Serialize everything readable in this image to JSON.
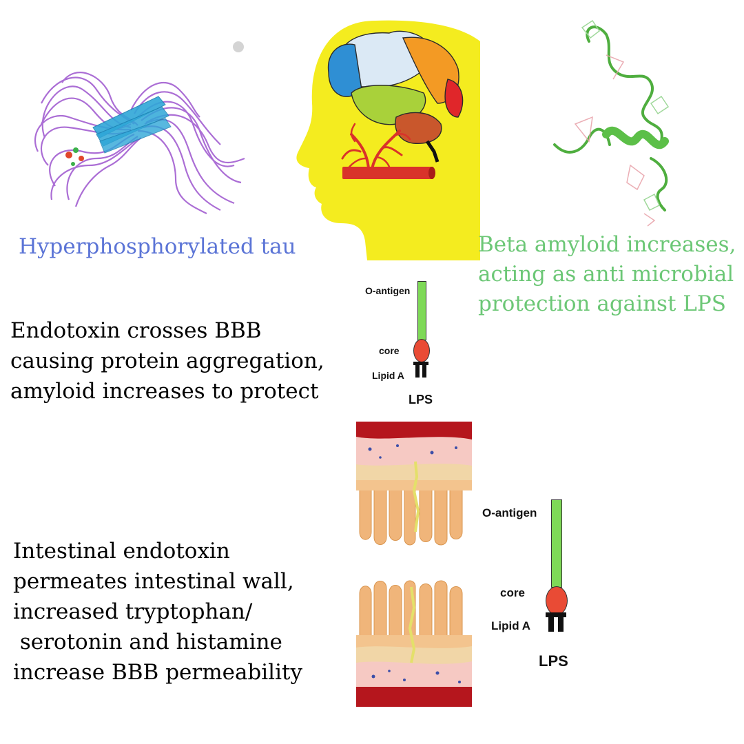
{
  "captions": {
    "tau": "Hyperphosphorylated tau",
    "beta_lines": [
      "Beta amyloid increases,",
      "acting as anti microbial",
      "protection against LPS"
    ],
    "endotoxin_lines": [
      "Endotoxin crosses BBB",
      "causing protein aggregation,",
      "amyloid increases to protect"
    ],
    "intestinal_lines": [
      "Intestinal endotoxin",
      "permeates intestinal wall,",
      "increased tryptophan/",
      " serotonin and histamine",
      "increase BBB permeability"
    ]
  },
  "lps_top": {
    "o_antigen": "O-antigen",
    "core": "core",
    "lipid_a": "Lipid A",
    "title": "LPS"
  },
  "lps_bottom": {
    "o_antigen": "O-antigen",
    "core": "core",
    "lipid_a": "Lipid A",
    "title": "LPS"
  },
  "colors": {
    "tau_text": "#5b74d6",
    "amyloid_text": "#6cc776",
    "head_yellow": "#f4ec1f",
    "vessel_red": "#d9322a",
    "o_antigen_green": "#7ed957",
    "core_red": "#e94b35"
  }
}
